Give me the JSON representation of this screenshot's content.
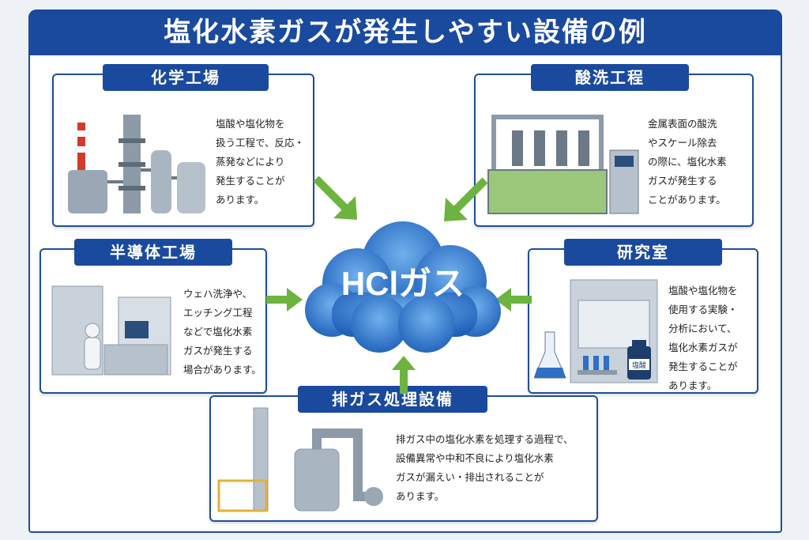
{
  "header": {
    "title": "塩化水素ガスが発生しやすい設備の例"
  },
  "center": {
    "label": "HClガス"
  },
  "cards": {
    "chemical": {
      "title": "化学工場",
      "text": "塩酸や塩化物を\n扱う工程で、反応・\n蒸発などにより\n発生することが\nあります。"
    },
    "pickling": {
      "title": "酸洗工程",
      "text": "金属表面の酸洗\nやスケール除去\nの際に、塩化水素\nガスが発生する\nことがあります。"
    },
    "semiconductor": {
      "title": "半導体工場",
      "text": "ウェハ洗浄や、\nエッチング工程\nなどで塩化水素\nガスが発生する\n場合があります。"
    },
    "lab": {
      "title": "研究室",
      "text": "塩酸や塩化物を\n使用する実験・\n分析において、\n塩化水素ガスが\n発生することが\nあります。",
      "bottle_label": "塩酸"
    },
    "exhaust": {
      "title": "排ガス処理設備",
      "text": "排ガス中の塩化水素を処理する過程で、\n設備異常や中和不良により塩化水素\nガスが漏えい・排出されることが\nあります。"
    }
  },
  "colors": {
    "primary": "#1a4a9e",
    "arrow": "#6db33f",
    "cloud": "#2f7fd0"
  }
}
